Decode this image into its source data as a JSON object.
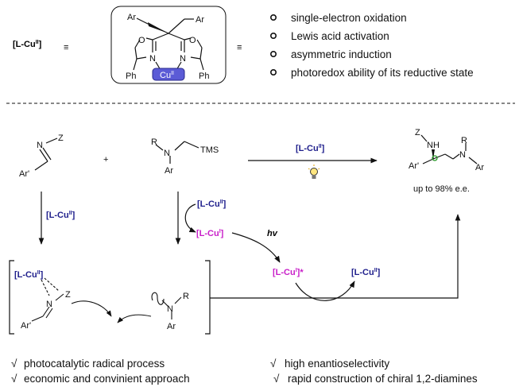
{
  "header": {
    "catalyst_label": "[L-Cu",
    "catalyst_sup": "II",
    "catalyst_close": "]",
    "equiv_symbol": "≡"
  },
  "ligand": {
    "ar_left": "Ar",
    "ar_right": "Ar",
    "o_left": "O",
    "o_right": "O",
    "n_left": "N",
    "n_right": "N",
    "ph_left": "Ph",
    "ph_right": "Ph",
    "cu_label": "Cu",
    "cu_sup": "II"
  },
  "features": [
    "single-electron oxidation",
    "Lewis acid activation",
    "asymmetric induction",
    "photoredox ability of its reductive state"
  ],
  "scheme": {
    "imine": {
      "n": "N",
      "z": "Z",
      "ar": "Ar'"
    },
    "plus": "+",
    "amine": {
      "r": "R",
      "n": "N",
      "tms": "TMS",
      "ar": "Ar"
    },
    "catalyst_top": {
      "base": "[L-Cu",
      "sup": "II",
      "close": "]"
    },
    "product": {
      "z": "Z",
      "nh": "NH",
      "r": "R",
      "n": "N",
      "ar1": "Ar'",
      "ar2": "Ar"
    },
    "ee_text": "up to 98% e.e.",
    "down_cat_left": {
      "base": "[L-Cu",
      "sup": "II",
      "close": "]"
    },
    "down_cat_mid": {
      "base": "[L-Cu",
      "sup": "II",
      "close": "]"
    },
    "cu_i": {
      "base": "[L-Cu",
      "sup": "I",
      "close": "]"
    },
    "hv": "hv",
    "cu_i_star": {
      "base": "[L-Cu",
      "sup": "I",
      "close": "]*"
    },
    "cu_ii_right": {
      "base": "[L-Cu",
      "sup": "II",
      "close": "]"
    },
    "complex": {
      "cat_base": "[L-Cu",
      "cat_sup": "II",
      "cat_close": "]",
      "n": "N",
      "z": "Z",
      "ar": "Ar'"
    },
    "radical": {
      "r": "R",
      "n": "N",
      "ar": "Ar"
    }
  },
  "conclusions": {
    "check": "√",
    "left": [
      "photocatalytic radical process",
      "economic and convinient approach"
    ],
    "right": [
      "high enantioselectivity",
      "rapid construction of chiral 1,2-diamines"
    ]
  },
  "colors": {
    "blue": "#1f1f8c",
    "pink": "#c81ec8",
    "cu_box": "#5b5bd6"
  }
}
